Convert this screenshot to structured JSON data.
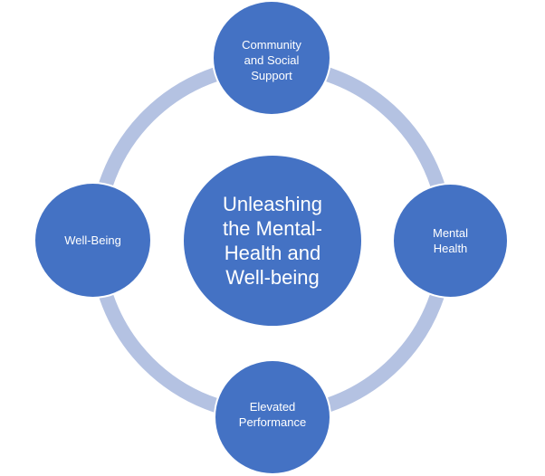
{
  "colors": {
    "node_fill": "#4472c4",
    "ring": "#b4c2e2",
    "text": "#ffffff",
    "border": "#ffffff"
  },
  "center": {
    "label": "Unleashing\nthe Mental-\nHealth and\nWell-being"
  },
  "nodes": {
    "top": {
      "label": "Community\nand Social\nSupport"
    },
    "right": {
      "label": "Mental\nHealth"
    },
    "bottom": {
      "label": "Elevated\nPerformance"
    },
    "left": {
      "label": "Well-Being"
    }
  }
}
